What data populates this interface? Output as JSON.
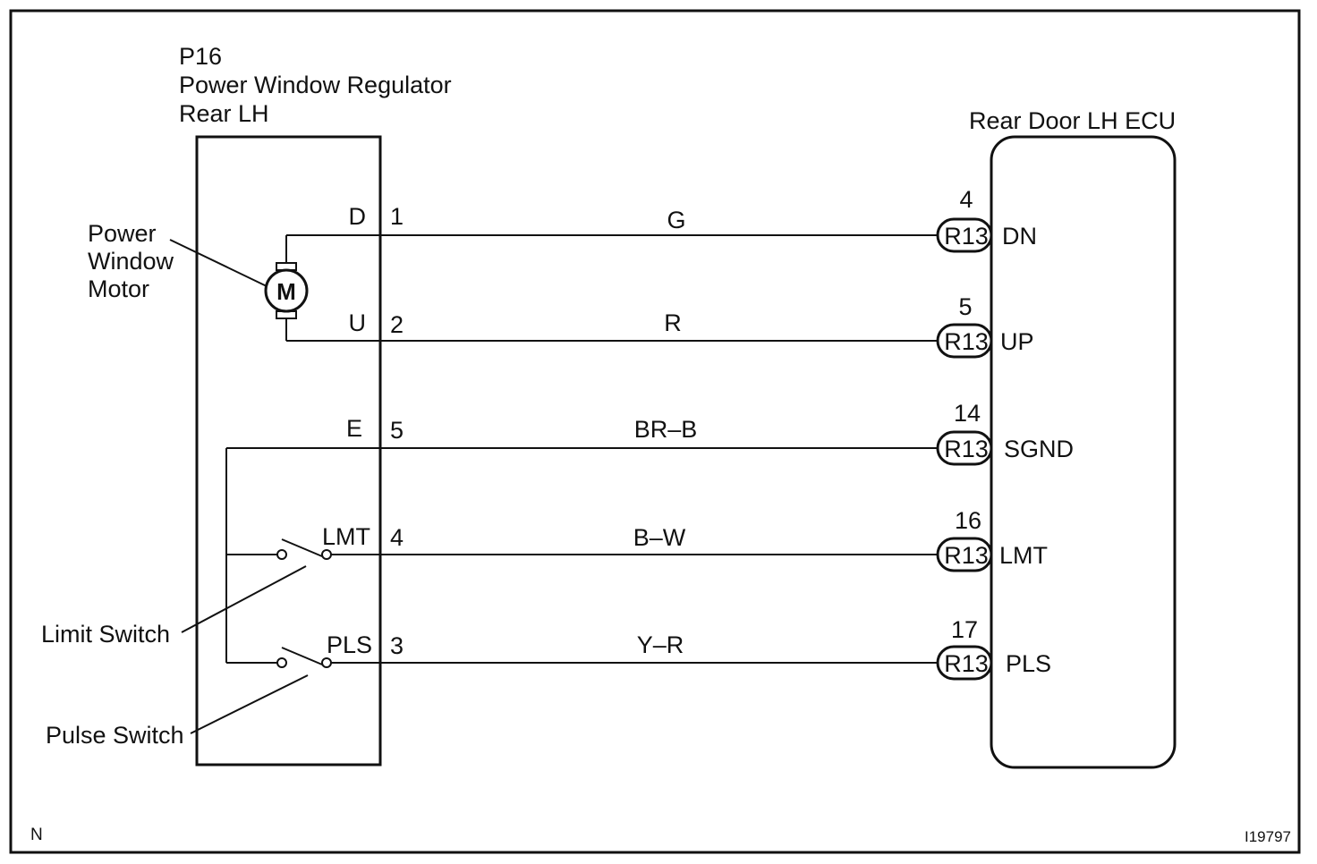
{
  "regulator": {
    "code": "P16",
    "name_line1": "Power Window Regulator",
    "name_line2": "Rear LH"
  },
  "ecu": {
    "name": "Rear Door LH ECU"
  },
  "motor": {
    "symbol": "M",
    "label_line1": "Power",
    "label_line2": "Window",
    "label_line3": "Motor"
  },
  "limit_switch": {
    "label": "Limit Switch"
  },
  "pulse_switch": {
    "label": "Pulse Switch"
  },
  "connector_code": "R13",
  "wires": [
    {
      "terminal": "D",
      "pin": "1",
      "color": "G",
      "ecu_pin": "4",
      "ecu_terminal": "DN"
    },
    {
      "terminal": "U",
      "pin": "2",
      "color": "R",
      "ecu_pin": "5",
      "ecu_terminal": "UP"
    },
    {
      "terminal": "E",
      "pin": "5",
      "color": "BR–B",
      "ecu_pin": "14",
      "ecu_terminal": "SGND"
    },
    {
      "terminal": "LMT",
      "pin": "4",
      "color": "B–W",
      "ecu_pin": "16",
      "ecu_terminal": "LMT"
    },
    {
      "terminal": "PLS",
      "pin": "3",
      "color": "Y–R",
      "ecu_pin": "17",
      "ecu_terminal": "PLS"
    }
  ],
  "corner_mark": "N",
  "figure_id": "I19797"
}
